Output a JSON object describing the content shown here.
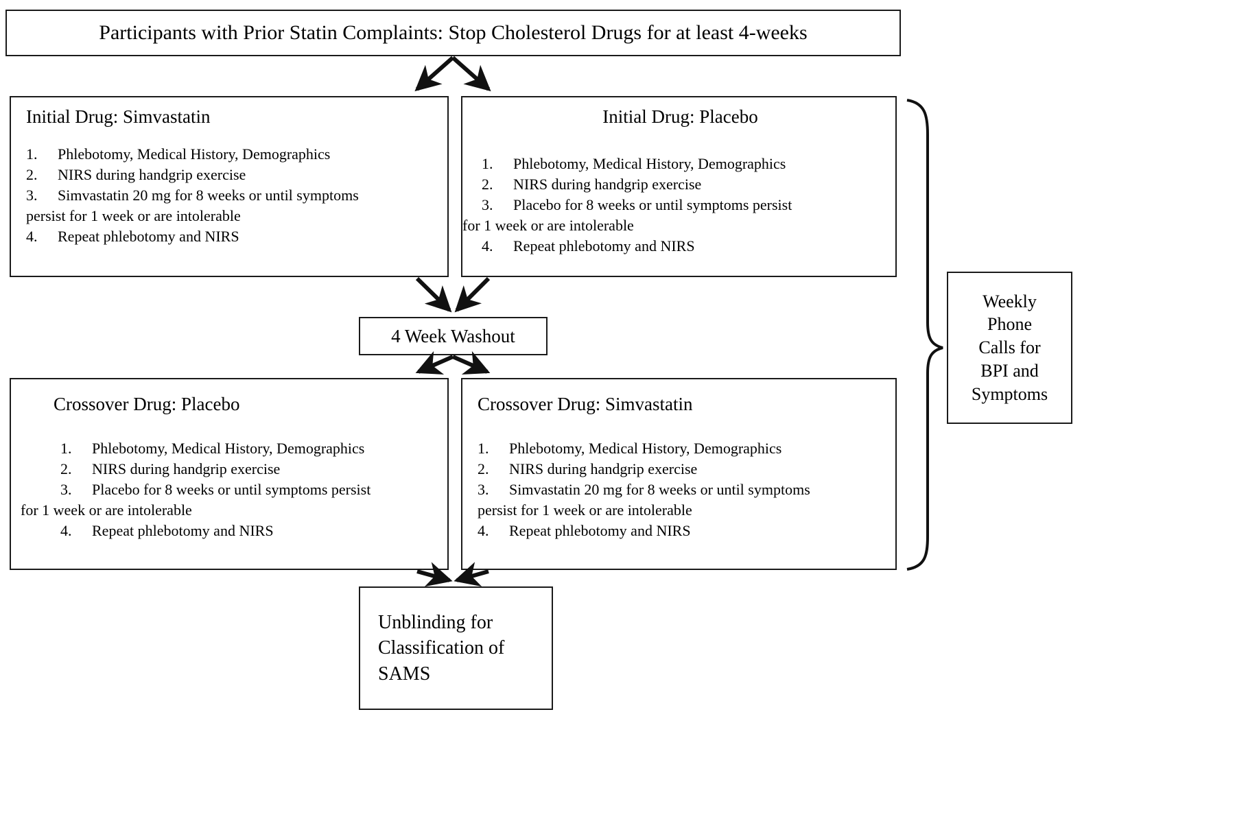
{
  "diagram": {
    "title_box": {
      "text": "Participants with Prior Statin Complaints: Stop Cholesterol Drugs for at least 4-weeks"
    },
    "arms": [
      {
        "id": "initial-simvastatin",
        "heading": "Initial Drug: Simvastatin",
        "items": [
          {
            "num": "1.",
            "text": "Phlebotomy, Medical History, Demographics"
          },
          {
            "num": "2.",
            "text": "NIRS during handgrip exercise"
          },
          {
            "num": "3.",
            "text": "Simvastatin 20 mg for 8 weeks or until symptoms",
            "continuation": "persist for 1 week or are intolerable"
          },
          {
            "num": "4.",
            "text": "Repeat phlebotomy and NIRS"
          }
        ]
      },
      {
        "id": "initial-placebo",
        "heading": "Initial Drug: Placebo",
        "items": [
          {
            "num": "1.",
            "text": "Phlebotomy, Medical History, Demographics"
          },
          {
            "num": "2.",
            "text": "NIRS during handgrip exercise"
          },
          {
            "num": "3.",
            "text": "Placebo for 8 weeks or until symptoms persist",
            "continuation": "for 1 week or are intolerable"
          },
          {
            "num": "4.",
            "text": "Repeat phlebotomy and NIRS"
          }
        ]
      },
      {
        "id": "crossover-placebo",
        "heading": "Crossover Drug: Placebo",
        "items": [
          {
            "num": "1.",
            "text": "Phlebotomy, Medical History, Demographics"
          },
          {
            "num": "2.",
            "text": "NIRS during handgrip exercise"
          },
          {
            "num": "3.",
            "text": "Placebo for 8 weeks or until symptoms persist",
            "continuation": "for 1 week or are intolerable"
          },
          {
            "num": "4.",
            "text": "Repeat phlebotomy and NIRS"
          }
        ]
      },
      {
        "id": "crossover-simvastatin",
        "heading": "Crossover Drug: Simvastatin",
        "items": [
          {
            "num": "1.",
            "text": "Phlebotomy, Medical History, Demographics"
          },
          {
            "num": "2.",
            "text": "NIRS during handgrip exercise"
          },
          {
            "num": "3.",
            "text": "Simvastatin 20 mg for 8 weeks or until symptoms",
            "continuation": "persist for 1 week or are intolerable"
          },
          {
            "num": "4.",
            "text": "Repeat phlebotomy and NIRS"
          }
        ]
      }
    ],
    "washout_box": {
      "text": "4 Week Washout"
    },
    "unblinding_box": {
      "line1": "Unblinding for",
      "line2": "Classification of",
      "line3": "SAMS"
    },
    "phone_box": {
      "line1": "Weekly",
      "line2": "Phone",
      "line3": "Calls for",
      "line4": "BPI and",
      "line5": "Symptoms"
    },
    "colors": {
      "stroke": "#1a1a1a",
      "background": "#ffffff",
      "text": "#000000"
    }
  }
}
